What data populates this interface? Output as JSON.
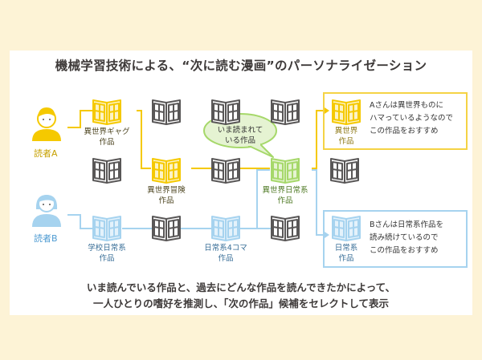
{
  "title": "機械学習技術による、“次に読む漫画”のパーソナライゼーション",
  "readers": {
    "a": {
      "label": "読者A"
    },
    "b": {
      "label": "読者B"
    }
  },
  "bubble": {
    "line1": "いま読まれて",
    "line2": "いる作品"
  },
  "works": {
    "isekai_gag": {
      "line1": "異世界ギャグ",
      "line2": "作品"
    },
    "isekai_boken": {
      "line1": "異世界冒険",
      "line2": "作品"
    },
    "isekai_nichijo": {
      "line1": "異世界日常系",
      "line2": "作品"
    },
    "gakko_nichijo": {
      "line1": "学校日常系",
      "line2": "作品"
    },
    "nichijo_4koma": {
      "line1": "日常系4コマ",
      "line2": "作品"
    }
  },
  "recommend_a": {
    "work_line1": "異世界",
    "work_line2": "作品",
    "text1": "Aさんは異世界ものに",
    "text2": "ハマっているようなので",
    "text3": "この作品をおすすめ"
  },
  "recommend_b": {
    "work_line1": "日常系",
    "work_line2": "作品",
    "text1": "Bさんは日常系作品を",
    "text2": "読み続けているので",
    "text3": "この作品をおすすめ"
  },
  "footer": {
    "line1": "いま読んでいる作品と、過去にどんな作品を読んできたかによって、",
    "line2": "一人ひとりの嗜好を推測し、「次の作品」候補をセレクトして表示"
  },
  "colors": {
    "background": "#fdf3d6",
    "reader_a": "#f5c900",
    "reader_b": "#a6d3ef",
    "current": "#a6d86a",
    "neutral_book": "#595757"
  }
}
